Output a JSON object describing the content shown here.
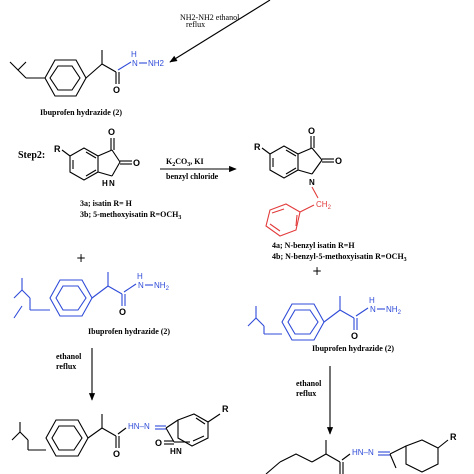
{
  "top_arrow": {
    "reagent": "NH2-NH2 ethanol",
    "reagent2": "reflux"
  },
  "step1_product": {
    "label": "Ibuprofen hydrazide (2)",
    "hydrazide_group": "NH2",
    "nh": "N",
    "h": "H",
    "o": "O"
  },
  "step2": {
    "label": "Step2:",
    "isatin_r": "R",
    "isatin_o1": "O",
    "isatin_o2": "O",
    "isatin_nh": "N",
    "isatin_h": "H",
    "isatin_3a": "3a; isatin R= H",
    "isatin_3b": "3b; 5-methoxyisatin R=OCH",
    "isatin_3b_sub": "3",
    "arrow_reagent1": "K",
    "arrow_reagent1_sub": "2",
    "arrow_reagent1_rest": "CO",
    "arrow_reagent1_sub2": "3",
    "arrow_reagent1_end": ", KI",
    "arrow_reagent2": "benzyl chloride",
    "benzyl_r": "R",
    "benzyl_o1": "O",
    "benzyl_o2": "O",
    "benzyl_n": "N",
    "benzyl_ch2": "CH",
    "benzyl_ch2_sub": "2",
    "benzyl_4a": "4a; N-benzyl isatin R=H",
    "benzyl_4b": "4b; N-benzyl-5-methoxyisatin R=OCH",
    "benzyl_4b_sub": "3"
  },
  "plus_left": "+",
  "plus_right": "+",
  "left_hydrazide": {
    "label": "Ibuprofen hydrazide (2)",
    "nh": "N",
    "h": "H",
    "nh2": "NH",
    "nh2_sub": "2",
    "o": "O",
    "cond1": "ethanol",
    "cond2": "reflux"
  },
  "right_hydrazide": {
    "label": "Ibuprofen hydrazide (2)",
    "nh": "N",
    "h": "H",
    "nh2": "NH",
    "nh2_sub": "2",
    "o": "O",
    "cond1": "ethanol",
    "cond2": "reflux"
  },
  "left_product": {
    "hn_n": "HN–N",
    "o1": "O",
    "o2": "O",
    "nh": "N",
    "h": "H",
    "r": "R"
  },
  "right_product": {
    "hn_n": "HN–N",
    "r": "R"
  }
}
